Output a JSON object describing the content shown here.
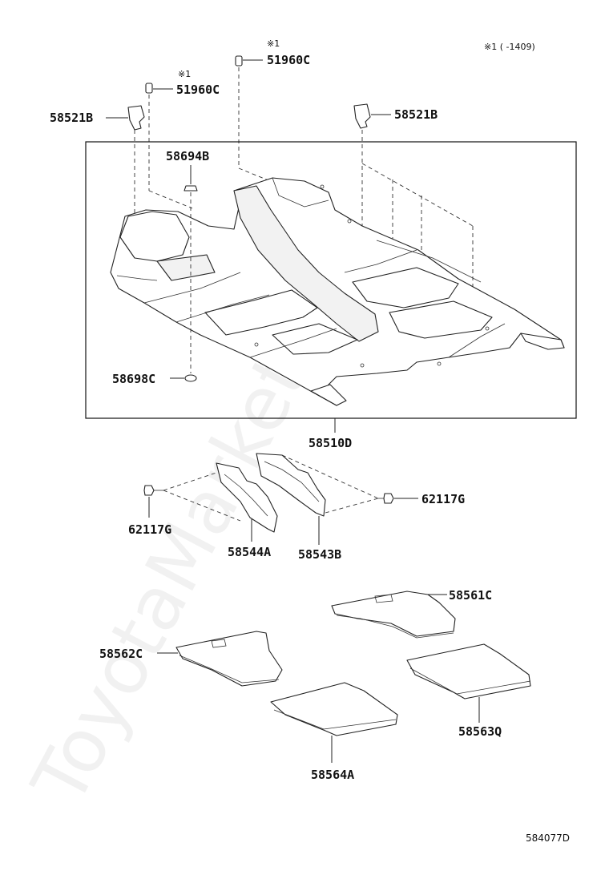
{
  "watermark": "ToyotaMarket.ru",
  "header_note": "※1 (      -1409)",
  "footer_code": "584077D",
  "callouts": {
    "c51960c_top": {
      "marker": "※1",
      "part": "51960C"
    },
    "c51960c_mid": {
      "marker": "※1",
      "part": "51960C"
    },
    "c58521b_left": "58521B",
    "c58521b_right": "58521B",
    "c58694b": "58694B",
    "c58698c": "58698C",
    "c58510d": "58510D",
    "c62117g_left": "62117G",
    "c62117g_right": "62117G",
    "c58544a": "58544A",
    "c58543b": "58543B",
    "c58561c": "58561C",
    "c58562c": "58562C",
    "c58563q": "58563Q",
    "c58564a": "58564A"
  }
}
